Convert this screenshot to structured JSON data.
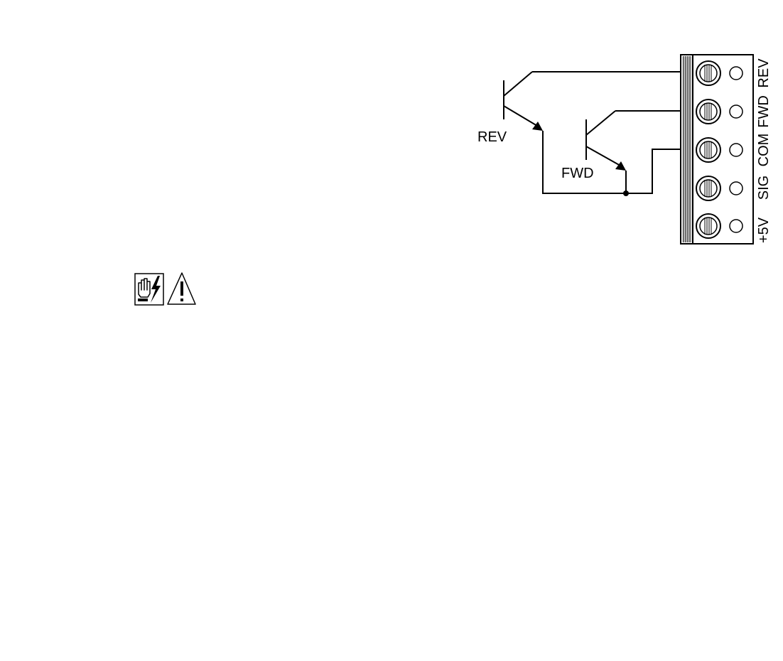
{
  "transistors": {
    "rev": {
      "label": "REV"
    },
    "fwd": {
      "label": "FWD"
    }
  },
  "terminal_block": {
    "terminals": [
      {
        "label": "REV"
      },
      {
        "label": "FWD"
      },
      {
        "label": "COM"
      },
      {
        "label": "SIG"
      },
      {
        "label": "+5V"
      }
    ]
  },
  "warning_icons": [
    {
      "icon": "electric-shock-hand-icon"
    },
    {
      "icon": "caution-triangle-icon"
    }
  ]
}
